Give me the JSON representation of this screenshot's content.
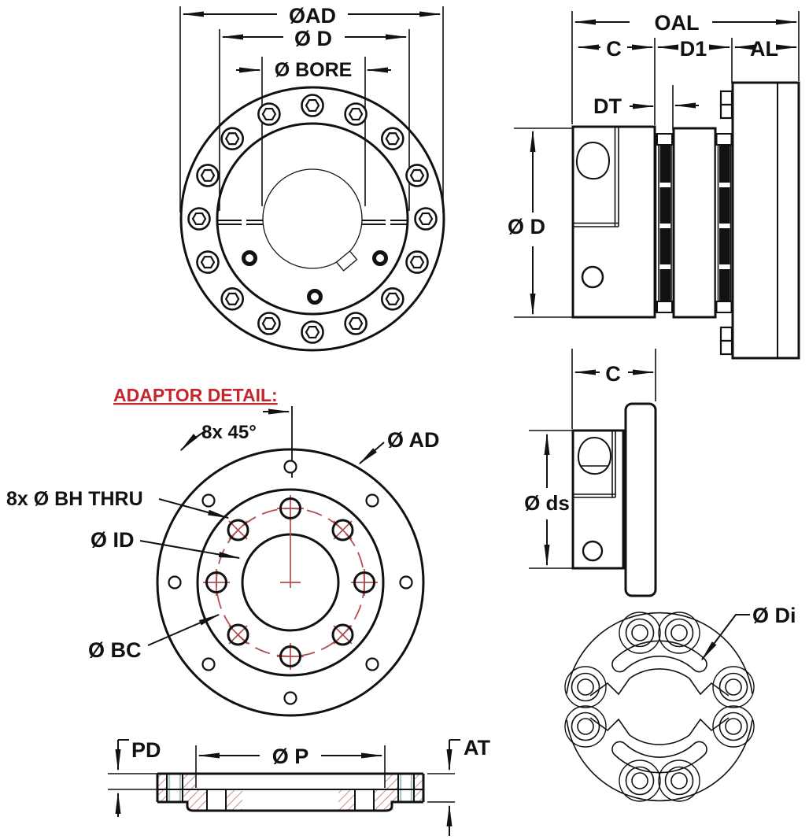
{
  "drawing": {
    "front_view": {
      "dim_ad": "ØAD",
      "dim_d": "Ø D",
      "dim_bore": "Ø BORE"
    },
    "side_view": {
      "dim_oal": "OAL",
      "dim_c": "C",
      "dim_d1": "D1",
      "dim_al": "AL",
      "dim_dt": "DT",
      "dim_d": "Ø D"
    },
    "adaptor_detail": {
      "title": "ADAPTOR DETAIL:",
      "dim_angle": "8x 45°",
      "dim_ad": "Ø AD",
      "dim_bh": "8x Ø BH THRU",
      "dim_id": "Ø ID",
      "dim_bc": "Ø BC"
    },
    "hub_view": {
      "dim_c": "C",
      "dim_ds": "Ø ds"
    },
    "disc_view": {
      "dim_di": "Ø Di"
    },
    "section_view": {
      "dim_pd": "PD",
      "dim_p": "Ø P",
      "dim_at": "AT"
    }
  },
  "colors": {
    "line": "#111111",
    "red_title": "#c1272d",
    "red_accent": "#b04e52",
    "hatch": "#c9908c",
    "teal": "#a9c8c3",
    "background": "#ffffff"
  }
}
